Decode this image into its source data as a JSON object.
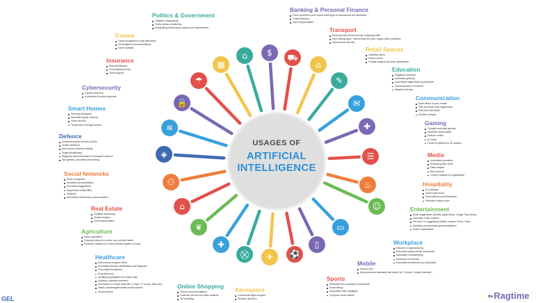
{
  "center": {
    "line1": "USAGES OF",
    "line2": "ARTIFICIAL",
    "line3": "INTELLIGENCE"
  },
  "logos": {
    "left": "GEL",
    "right_prefix": "the",
    "right": "Ragtime"
  },
  "colors": {
    "purple": "#7b68b3",
    "orange": "#ef7e3e",
    "yellow": "#f1c44b",
    "teal": "#39ab9c",
    "red": "#e2504a",
    "blue": "#38a1db",
    "green": "#6cbb55",
    "navy": "#3e69b1"
  },
  "topics": [
    {
      "key": "banking",
      "title": "Banking & Personal Finance",
      "color": "#7b68b3",
      "icon": "hand-coin-icon",
      "glyph": "$",
      "items": [
        "Fraud prevention as AI learns what types of transactions are fraudulent",
        "Credit decisions",
        "Client segmentation"
      ]
    },
    {
      "key": "transport",
      "title": "Transport",
      "color": "#e2504a",
      "icon": "truck-icon",
      "glyph": "⛟",
      "items": [
        "Reducing travel times through analysing traffic",
        "Ride-sharing apps - determining the price, supply chain prediction",
        "Autonomous vehicles"
      ]
    },
    {
      "key": "retail",
      "title": "Retail Spaces",
      "color": "#f1c44b",
      "icon": "house-icon",
      "glyph": "⌂",
      "items": [
        "Cashless stores",
        "Virtual mirrors",
        "Footfall analysis and store optimisation"
      ]
    },
    {
      "key": "education",
      "title": "Education",
      "color": "#39ab9c",
      "icon": "graduation-cap-icon",
      "glyph": "✎",
      "items": [
        "Plagiarism checkers",
        "Automated grading",
        "Customised digital learning interfaces",
        "Virtual teachers or lecturers",
        "Adaptive learning"
      ]
    },
    {
      "key": "communication",
      "title": "Communication",
      "color": "#38a1db",
      "icon": "chat-bubble-icon",
      "glyph": "✉",
      "items": [
        "Spam filters on your emails",
        "Text and email reply suggestions",
        "Real-time translation",
        "Emotion analysis"
      ]
    },
    {
      "key": "gaming",
      "title": "Gaming",
      "color": "#7b68b3",
      "icon": "gamepad-icon",
      "glyph": "✚",
      "items": [
        "Thought-controlled gaming",
        "Improved visual quality",
        "Gesture control",
        "AI coach",
        "Facial recognition for 3D avatars"
      ]
    },
    {
      "key": "media",
      "title": "Media",
      "color": "#e2504a",
      "icon": "newspaper-icon",
      "glyph": "☰",
      "items": [
        "Automated journalism",
        "Eliminating fake news",
        "Data analysis",
        "Bias removal",
        "Content analysis for organisation"
      ]
    },
    {
      "key": "hospitality",
      "title": "Hospitality",
      "color": "#ef7e3e",
      "icon": "concierge-bell-icon",
      "glyph": "♨",
      "items": [
        "AI concierge",
        "Smart hotel rooms",
        "Personalised communications",
        "Predictive supply chain"
      ]
    },
    {
      "key": "entertainment",
      "title": "Entertainment",
      "color": "#6cbb55",
      "icon": "smiley-icon",
      "glyph": "☺",
      "items": [
        "Music suggestions (Spotify, Apple Music, Google Play Music)",
        "Automatic music creation",
        "Film and TV suggestions (Netflix, Amazon Prime, Hulu)",
        "Marketing and advertising personalisation",
        "Search optimisation"
      ]
    },
    {
      "key": "workplace",
      "title": "Workplace",
      "color": "#38a1db",
      "icon": "laptop-icon",
      "glyph": "▭",
      "items": [
        "Robotics in manufacturing",
        "Automated safety checks in factories",
        "Automated housekeeping",
        "Enhanced recruitment",
        "Automated timesheets (e.g. Blackbelt)"
      ]
    },
    {
      "key": "mobile",
      "title": "Mobile",
      "color": "#7b68b3",
      "icon": "smartphone-icon",
      "glyph": "▯",
      "items": [
        "Voice-to-text",
        "Smart personal assistants like Alexa, Siri, Cortana, Google Assistant..."
      ]
    },
    {
      "key": "sports",
      "title": "Sports",
      "color": "#e2504a",
      "icon": "football-icon",
      "glyph": "⚽",
      "items": [
        "Wearable tech to analyse performance",
        "Smart kitting",
        "Automated video highlights",
        "Computer vision referee"
      ]
    },
    {
      "key": "aerospace",
      "title": "Aerospace",
      "color": "#f1c44b",
      "icon": "airplane-icon",
      "glyph": "✈",
      "items": [
        "Commercial flight autopilot",
        "Weather detection"
      ]
    },
    {
      "key": "shopping",
      "title": "Online Shopping",
      "color": "#39ab9c",
      "icon": "shopping-cart-icon",
      "glyph": "⛒",
      "items": [
        "Search recommendations",
        "Customer service and sales chatbots",
        "3D modelling"
      ]
    },
    {
      "key": "healthcare",
      "title": "Healthcare",
      "color": "#38a1db",
      "icon": "medical-kit-icon",
      "glyph": "✚",
      "items": [
        "Autonomous surgical robots",
        "Automated disease identification and diagnosis",
        "Personalised treatment",
        "Drug discovery",
        "Identifying candidates for clinical trials",
        "Epidemic outbreak prediction",
        "Automation of routine tasks like X-Rays, CT scans, data entry",
        "Health monitoring/wearable health trackers",
        "Virtual doctors"
      ]
    },
    {
      "key": "agriculture",
      "title": "Agriculture",
      "color": "#6cbb55",
      "icon": "leaf-icon",
      "glyph": "❦",
      "items": [
        "Robot harvesters",
        "Computer vision to monitor crop and soil health",
        "Predictive analysis for environmental impacts on crops"
      ]
    },
    {
      "key": "realestate",
      "title": "Real Estate",
      "color": "#e2504a",
      "icon": "for-sale-sign-icon",
      "glyph": "⌂",
      "items": [
        "Targeted advertising",
        "Market analysis",
        "Client segmentation"
      ]
    },
    {
      "key": "social",
      "title": "Social Networks",
      "color": "#ef7e3e",
      "icon": "network-icon",
      "glyph": "⚇",
      "items": [
        "Photo recognition",
        "Newsfeed personalisation",
        "Friendship suggestions",
        "Augmented reality filters",
        "Chatbots",
        "Automated video/music synchronisation"
      ]
    },
    {
      "key": "defence",
      "title": "Defence",
      "color": "#3e69b1",
      "icon": "shield-icon",
      "glyph": "◈",
      "items": [
        "Unmanned aerial vehicles (UAVs)",
        "Civilian detection",
        "Autonomous decision making",
        "Target identification",
        "Diagnosis and maintenance of weapons systems",
        "War gaming, simulation and training"
      ]
    },
    {
      "key": "smarthomes",
      "title": "Smart Homes",
      "color": "#38a1db",
      "icon": "wifi-icon",
      "glyph": "≋",
      "items": [
        "Personal assistants",
        "Automatic goods ordering",
        "Home security",
        "Temperature and light control"
      ]
    },
    {
      "key": "cyber",
      "title": "Cybersecurity",
      "color": "#7b68b3",
      "icon": "lock-icon",
      "glyph": "🔒",
      "items": [
        "Incident detection",
        "Accelerated incident response"
      ]
    },
    {
      "key": "insurance",
      "title": "Insurance",
      "color": "#e2504a",
      "icon": "user-shield-icon",
      "glyph": "☂",
      "items": [
        "Risk identification",
        "Personalised pricing",
        "Client support"
      ]
    },
    {
      "key": "events",
      "title": "Events",
      "color": "#f1c44b",
      "icon": "calendar-icon",
      "glyph": "▦",
      "items": [
        "Facial recognition to scan attendees",
        "Personalised recommendations",
        "Sales chatbots"
      ]
    },
    {
      "key": "politics",
      "title": "Politics & Government",
      "color": "#39ab9c",
      "icon": "government-building-icon",
      "glyph": "⌂",
      "items": [
        "Targeted campaigning",
        "Public opinion monitoring",
        "Anticipating infrastructure failures and maintenance"
      ]
    }
  ]
}
